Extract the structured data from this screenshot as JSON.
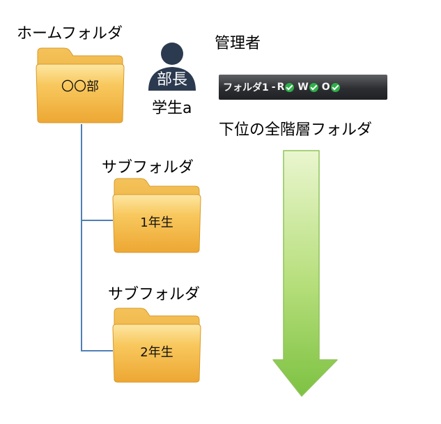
{
  "home": {
    "title": "ホームフォルダ",
    "folder_label": "〇〇部"
  },
  "user": {
    "icon_label": "部長",
    "name": "学生a"
  },
  "admin": {
    "title": "管理者",
    "permission_bar": {
      "folder_name": "フォルダ1",
      "separator": "-",
      "permissions": [
        "R",
        "W",
        "O"
      ]
    }
  },
  "inherit": {
    "label": "下位の全階層フォルダ"
  },
  "subfolders": [
    {
      "title": "サブフォルダ",
      "folder_label": "1年生"
    },
    {
      "title": "サブフォルダ",
      "folder_label": "2年生"
    }
  ],
  "colors": {
    "tree_line": "#4f7fb5",
    "folder_body": "#f7bf4a",
    "arrow": "#7bc043",
    "person": "#2b3a4f"
  }
}
